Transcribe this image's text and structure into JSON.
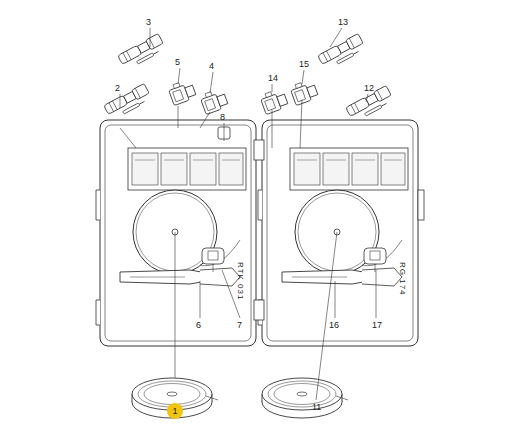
{
  "diagram": {
    "nodes": [
      {
        "text": [
          "1"
        ]
      }
    ],
    "labels": [
      "3",
      "5",
      "4",
      "2",
      "8",
      "14",
      "15",
      "13",
      "12",
      "RTK 031",
      "RG 174",
      "6",
      "7",
      "16",
      "17",
      "11"
    ]
  }
}
